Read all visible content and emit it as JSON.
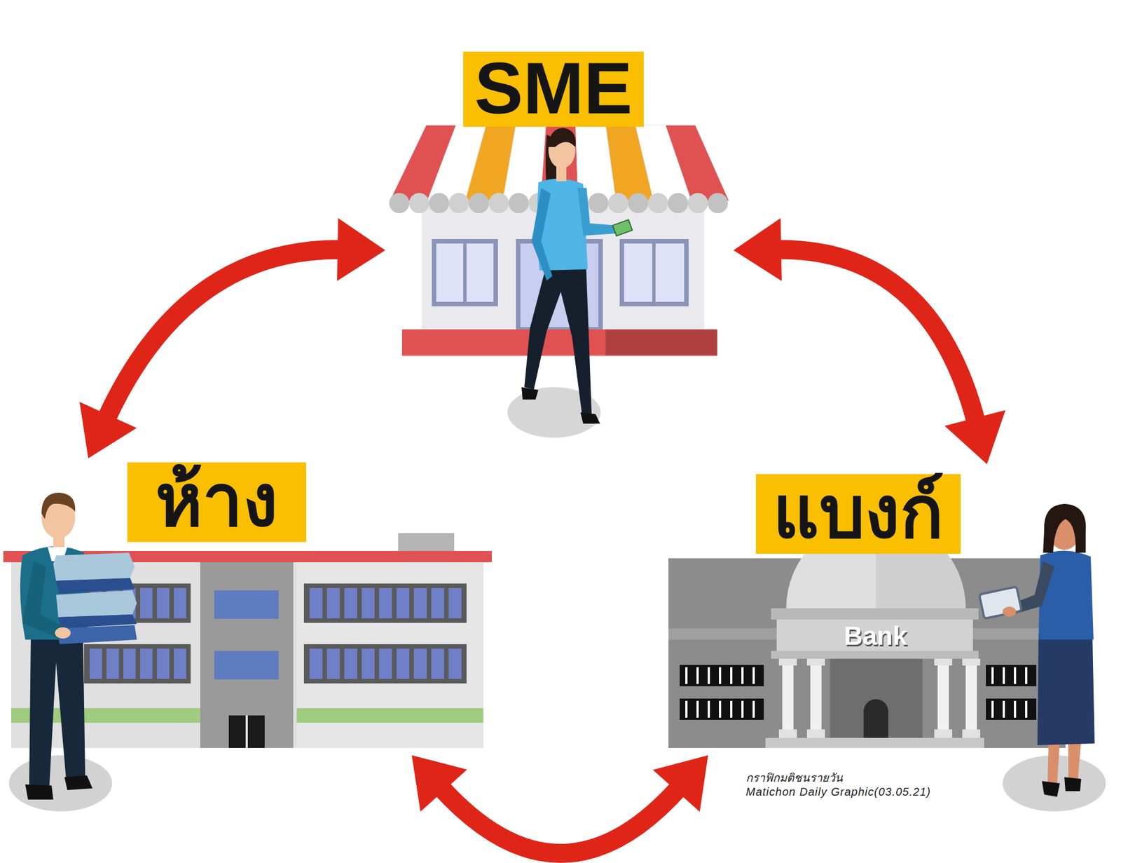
{
  "diagram": {
    "nodes": [
      {
        "text": [
          "SME"
        ]
      },
      {
        "text": [
          "ห้าง"
        ]
      },
      {
        "text": [
          "แบงก์"
        ]
      }
    ],
    "edges": [
      {
        "from": 0,
        "to": 1,
        "arrow": "both"
      },
      {
        "from": 0,
        "to": 2,
        "arrow": "both"
      },
      {
        "from": 1,
        "to": 2,
        "arrow": "both"
      }
    ],
    "labels": [
      "Bank",
      "กราฟิกมติชนรายวัน",
      "Matichon Daily Graphic(03.05.21)"
    ]
  }
}
